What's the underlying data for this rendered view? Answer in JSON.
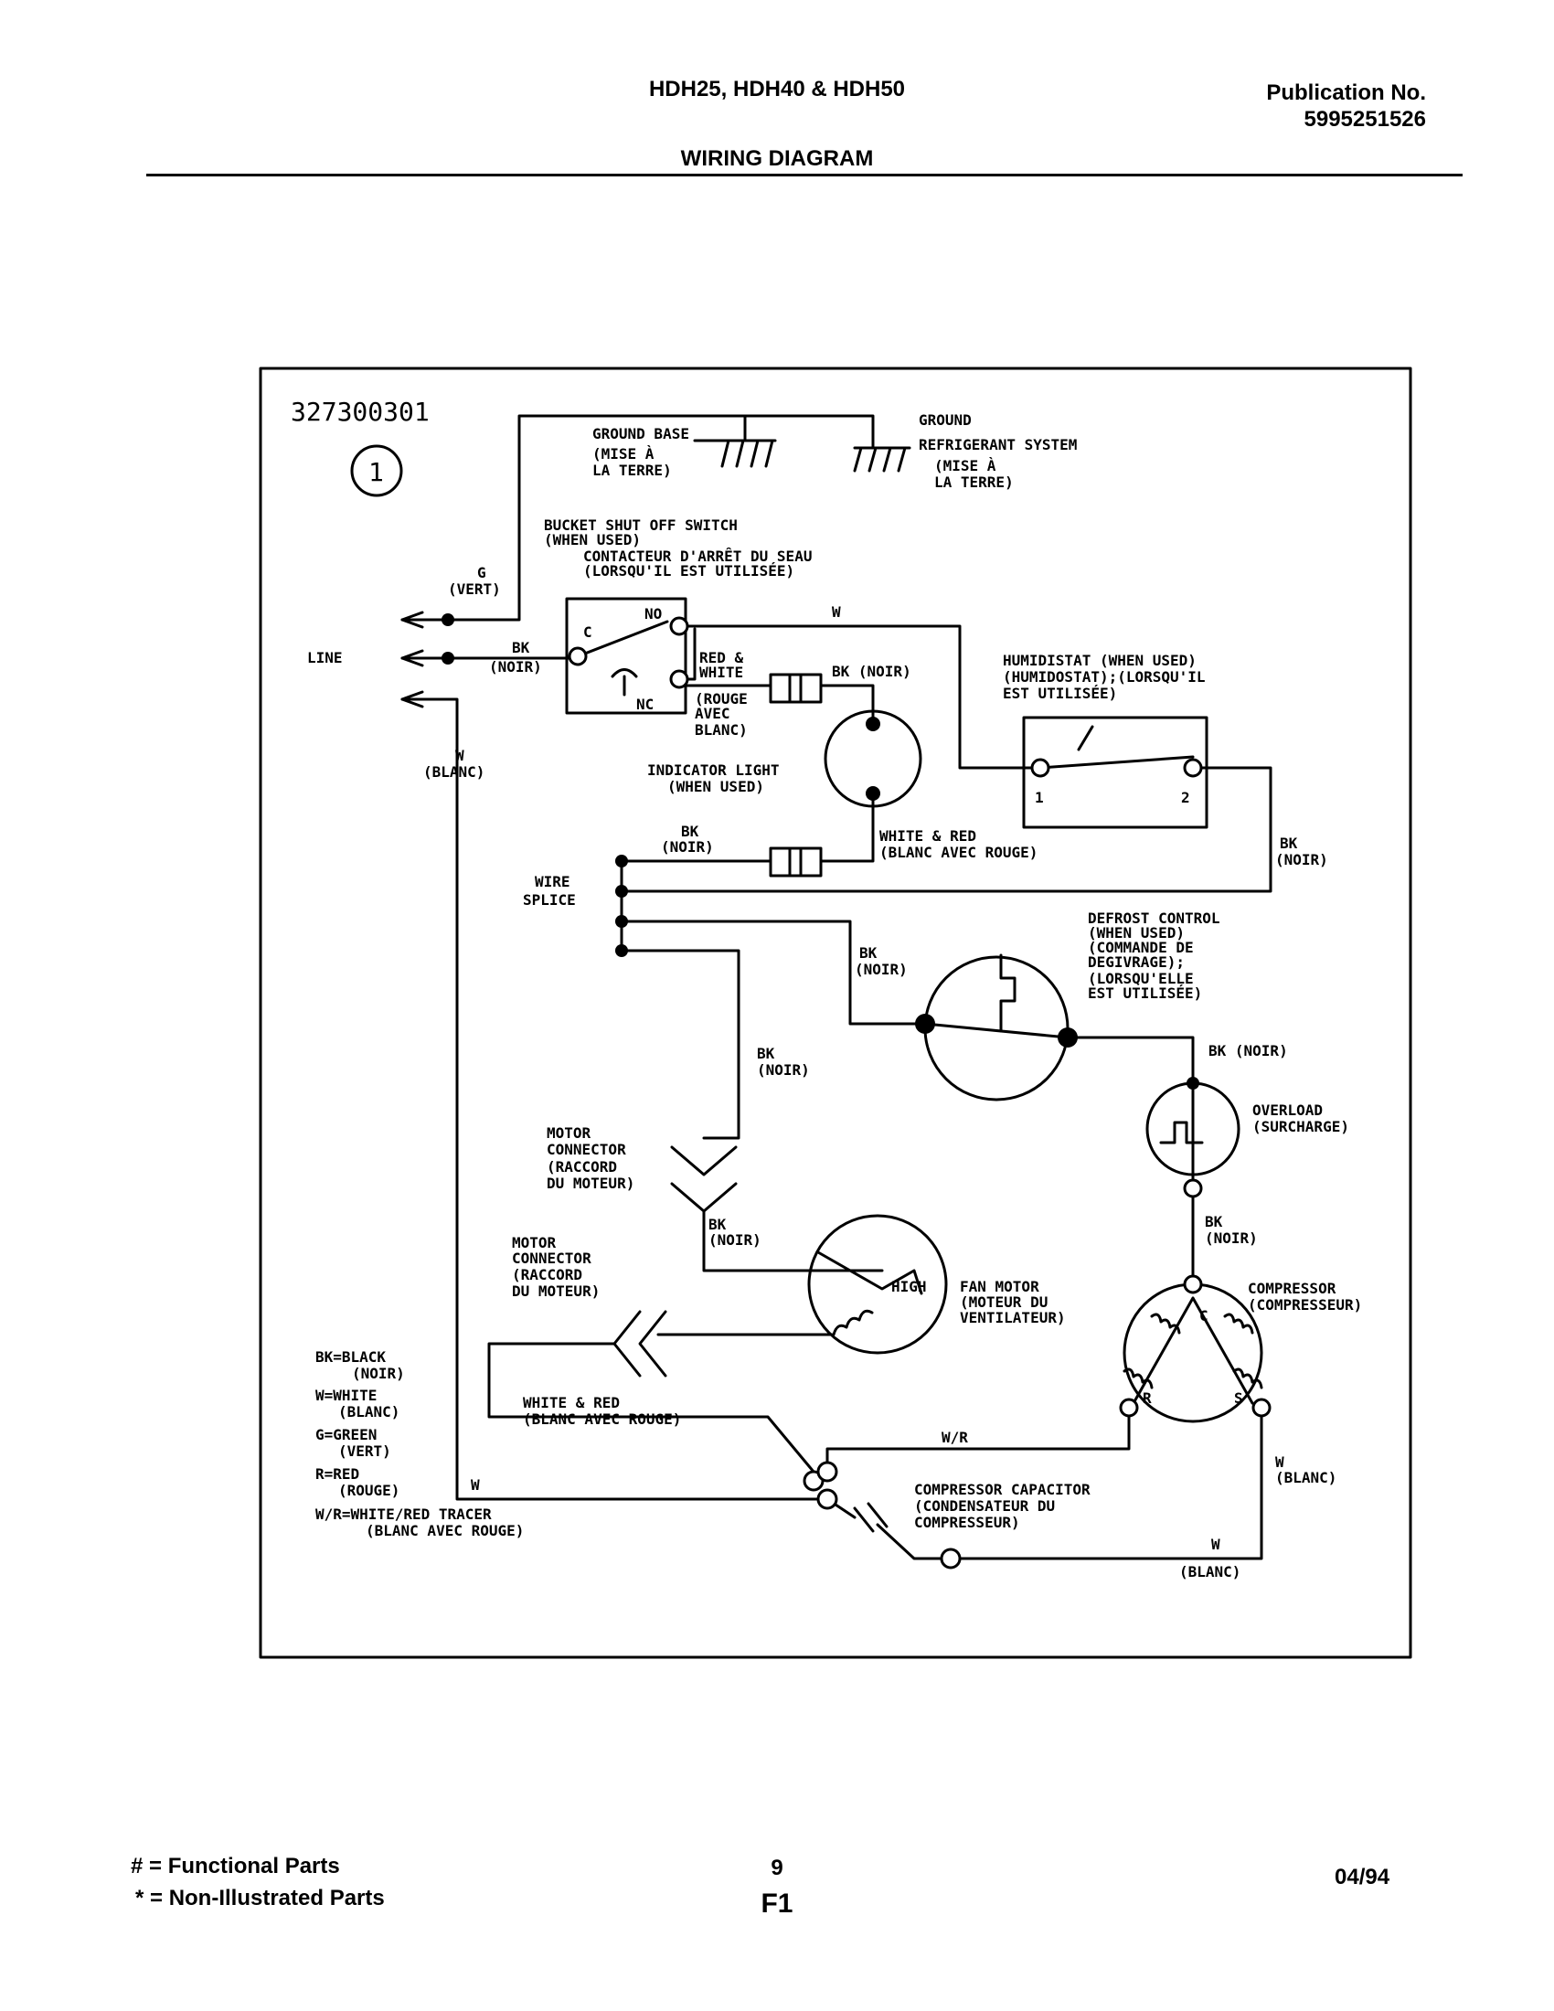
{
  "header": {
    "models": "HDH25, HDH40 & HDH50",
    "subtitle": "WIRING DIAGRAM",
    "publication_label": "Publication No.",
    "publication_number": "5995251526"
  },
  "diagram": {
    "part_number": "327300301",
    "callout": "1",
    "ground_base": [
      "GROUND BASE",
      "(MISE À",
      "LA TERRE)"
    ],
    "ground_refrigerant": [
      "GROUND",
      "REFRIGERANT SYSTEM",
      "(MISE À",
      "LA TERRE)"
    ],
    "bucket_switch": [
      "BUCKET SHUT OFF SWITCH",
      "(WHEN USED)",
      "CONTACTEUR D'ARRÊT DU SEAU",
      "(LORSQU'IL EST UTILISÉE)"
    ],
    "switch_terminals": {
      "c": "C",
      "no": "NO",
      "nc": "NC"
    },
    "line": "LINE",
    "g_wire": [
      "G",
      "(VERT)"
    ],
    "bk_line": [
      "BK",
      "(NOIR)"
    ],
    "w_line": [
      "W",
      "(BLANC)"
    ],
    "v_top": "W",
    "red_white": [
      "RED &",
      "WHITE",
      "(ROUGE",
      "AVEC",
      "BLANC)"
    ],
    "bk_noir_inline": "BK (NOIR)",
    "humidistat": [
      "HUMIDISTAT (WHEN USED)",
      "(HUMIDOSTAT);(LORSQU'IL",
      "EST UTILISÉE)"
    ],
    "humidistat_terminals": [
      "1",
      "2"
    ],
    "indicator_light": [
      "INDICATOR LIGHT",
      "(WHEN USED)"
    ],
    "bk_to_splice": [
      "BK",
      "(NOIR)"
    ],
    "white_red_light": [
      "WHITE & RED",
      "(BLANC AVEC ROUGE)"
    ],
    "bk_humid_return": [
      "BK",
      "(NOIR)"
    ],
    "wire_splice": [
      "WIRE",
      "SPLICE"
    ],
    "defrost": [
      "DEFROST CONTROL",
      "(WHEN USED)",
      "(COMMANDE DE",
      "DEGIVRAGE);",
      "(LORSQU'ELLE",
      "EST UTILISÉE)"
    ],
    "bk_defrost": [
      "BK",
      "(NOIR)"
    ],
    "bk_motor_down": [
      "BK",
      "(NOIR)"
    ],
    "bk_after_defrost": "BK (NOIR)",
    "overload": [
      "OVERLOAD",
      "(SURCHARGE)"
    ],
    "bk_after_overload": [
      "BK",
      "(NOIR)"
    ],
    "motor_connector_1": [
      "MOTOR",
      "CONNECTOR",
      "(RACCORD",
      "DU MOTEUR)"
    ],
    "bk_fan": [
      "BK",
      "(NOIR)"
    ],
    "motor_connector_2": [
      "MOTOR",
      "CONNECTOR",
      "(RACCORD",
      "DU MOTEUR)"
    ],
    "fan_high": "HIGH",
    "fan_motor": [
      "FAN MOTOR",
      "(MOTEUR DU",
      "VENTILATEUR)"
    ],
    "compressor": [
      "COMPRESSOR",
      "(COMPRESSEUR)"
    ],
    "compressor_terminals": {
      "c": "C",
      "r": "R",
      "s": "S"
    },
    "white_red_bottom": [
      "WHITE & RED",
      "(BLANC AVEC ROUGE)"
    ],
    "wr_label": "W/R",
    "w_bottom": "W",
    "w_blanc_right": [
      "W",
      "(BLANC)"
    ],
    "w_blanc_bottom": [
      "W",
      "(BLANC)"
    ],
    "capacitor": [
      "COMPRESSOR CAPACITOR",
      "(CONDENSATEUR DU",
      "COMPRESSEUR)"
    ],
    "legend": [
      "BK=BLACK",
      "(NOIR)",
      "W=WHITE",
      "(BLANC)",
      "G=GREEN",
      "(VERT)",
      "R=RED",
      "(ROUGE)",
      "W/R=WHITE/RED TRACER",
      "(BLANC AVEC ROUGE)"
    ]
  },
  "footer": {
    "functional": "# = Functional Parts",
    "non_illustrated": "* = Non-Illustrated Parts",
    "page": "9",
    "code": "F1",
    "date": "04/94"
  }
}
